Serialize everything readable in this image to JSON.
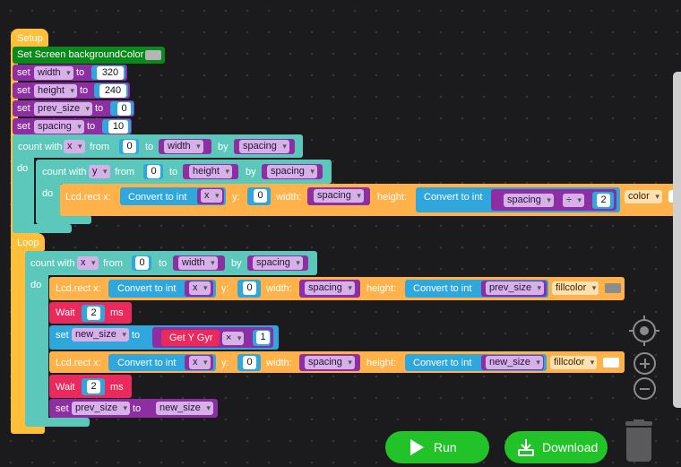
{
  "setup": {
    "hat": "Setup",
    "bg_label": "Set Screen backgroundColor",
    "bg_color": "#b5b5b5",
    "sets": [
      {
        "kw": "set",
        "var": "width",
        "to": "to",
        "val": "320"
      },
      {
        "kw": "set",
        "var": "height",
        "to": "to",
        "val": "240"
      },
      {
        "kw": "set",
        "var": "prev_size",
        "to": "to",
        "val": "0"
      },
      {
        "kw": "set",
        "var": "spacing",
        "to": "to",
        "val": "10"
      }
    ],
    "outer_loop": {
      "kw": "count with",
      "var": "x",
      "from": "from",
      "from_val": "0",
      "to": "to",
      "to_var": "width",
      "by": "by",
      "by_var": "spacing",
      "do": "do"
    },
    "inner_loop": {
      "kw": "count with",
      "var": "y",
      "from": "from",
      "from_val": "0",
      "to": "to",
      "to_var": "height",
      "by": "by",
      "by_var": "spacing",
      "do": "do"
    },
    "rect": {
      "fn": "Lcd.rect x:",
      "conv": "Convert to int",
      "x_var": "x",
      "y_label": "y:",
      "y_val": "0",
      "w_label": "width:",
      "w_var": "spacing",
      "h_label": "height:",
      "conv2": "Convert to int",
      "h_var": "spacing",
      "op": "÷",
      "op_val": "2",
      "color_label": "color"
    }
  },
  "loop": {
    "hat": "Loop",
    "count": {
      "kw": "count with",
      "var": "x",
      "from": "from",
      "from_val": "0",
      "to": "to",
      "to_var": "width",
      "by": "by",
      "by_var": "spacing",
      "do": "do"
    },
    "rect1": {
      "fn": "Lcd.rect x:",
      "conv": "Convert to int",
      "x_var": "x",
      "y_label": "y:",
      "y_val": "0",
      "w_label": "width:",
      "w_var": "spacing",
      "h_label": "height:",
      "conv2": "Convert to int",
      "h_var": "prev_size",
      "fill_label": "fillcolor",
      "fill_color": "#8c8c8c"
    },
    "wait1": {
      "kw": "Wait",
      "val": "2",
      "unit": "ms"
    },
    "set_new": {
      "kw": "set",
      "var": "new_size",
      "to": "to",
      "fn": "Get Y Gyr",
      "op": "×",
      "val": "1"
    },
    "rect2": {
      "fn": "Lcd.rect x:",
      "conv": "Convert to int",
      "x_var": "x",
      "y_label": "y:",
      "y_val": "0",
      "w_label": "width:",
      "w_var": "spacing",
      "h_label": "height:",
      "conv2": "Convert to int",
      "h_var": "new_size",
      "fill_label": "fillcolor",
      "fill_color": "#ffffff"
    },
    "wait2": {
      "kw": "Wait",
      "val": "2",
      "unit": "ms"
    },
    "set_prev": {
      "kw": "set",
      "var": "prev_size",
      "to": "to",
      "val_var": "new_size"
    }
  },
  "toolbar": {
    "run": "Run",
    "download": "Download"
  },
  "colors": {
    "event": "#ffbf3a",
    "screen": "#0a8a1a",
    "variable": "#8e2ea3",
    "loop": "#5cc8bc",
    "lcd": "#ffb24a",
    "math": "#2fa6dc",
    "wait": "#ea2a5c",
    "button": "#22c329"
  }
}
